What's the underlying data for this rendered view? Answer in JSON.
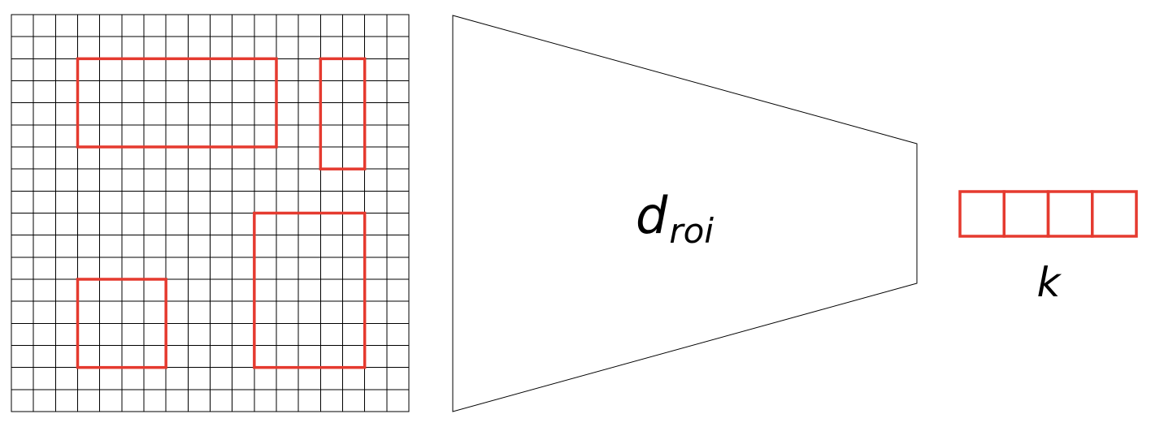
{
  "grid": {
    "cols": 18,
    "rows": 18,
    "line_color": "#000000"
  },
  "roi_color": "#e53a2f",
  "rois": [
    {
      "col": 3,
      "row": 2,
      "w": 9,
      "h": 4
    },
    {
      "col": 14,
      "row": 2,
      "w": 2,
      "h": 5
    },
    {
      "col": 11,
      "row": 9,
      "w": 5,
      "h": 7
    },
    {
      "col": 3,
      "row": 12,
      "w": 4,
      "h": 4
    }
  ],
  "network": {
    "symbol": "d",
    "subscript": "roi"
  },
  "output": {
    "cells": 4,
    "label": "k"
  }
}
